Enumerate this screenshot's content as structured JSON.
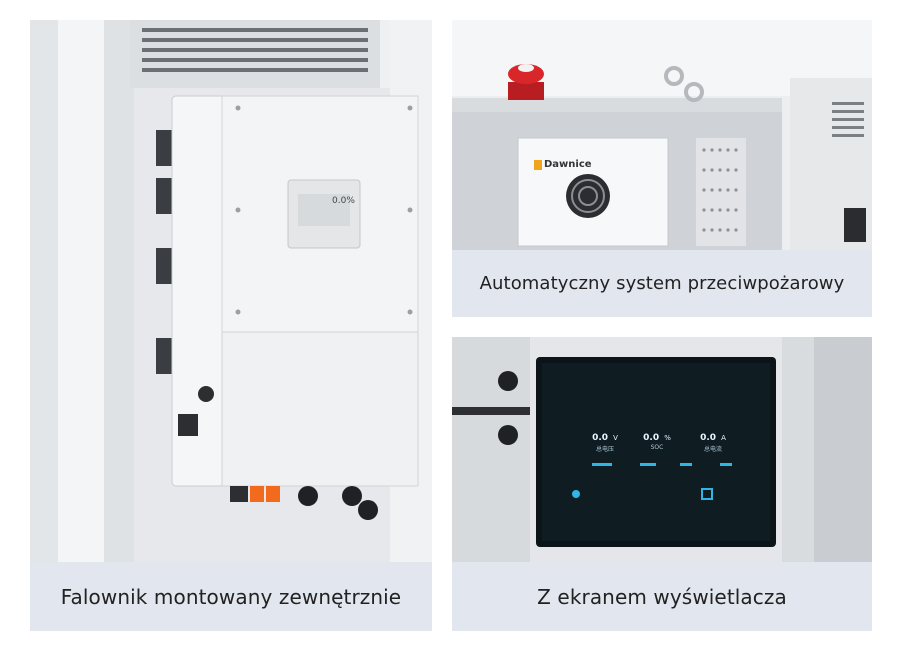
{
  "panels": {
    "left": {
      "caption": "Falownik montowany zewnętrznie",
      "display_value": "0.0%"
    },
    "top_right": {
      "caption": "Automatyczny system przeciwpożarowy",
      "brand": "Dawnice"
    },
    "bottom_right": {
      "caption": "Z ekranem wyświetlacza",
      "screen": {
        "voltage": "0.0",
        "voltage_unit": "V",
        "voltage_label": "总电压",
        "soc": "0.0",
        "soc_unit": "%",
        "soc_label": "SOC",
        "current": "0.0",
        "current_unit": "A",
        "current_label": "总电流"
      }
    }
  },
  "colors": {
    "caption_bg": "#e2e6ee",
    "panel_bg": "#e9ecef",
    "screen_bg": "#0b1418",
    "accent_red": "#d8262b",
    "accent_orange": "#f26b1d",
    "screen_cyan": "#2fb6e6"
  }
}
